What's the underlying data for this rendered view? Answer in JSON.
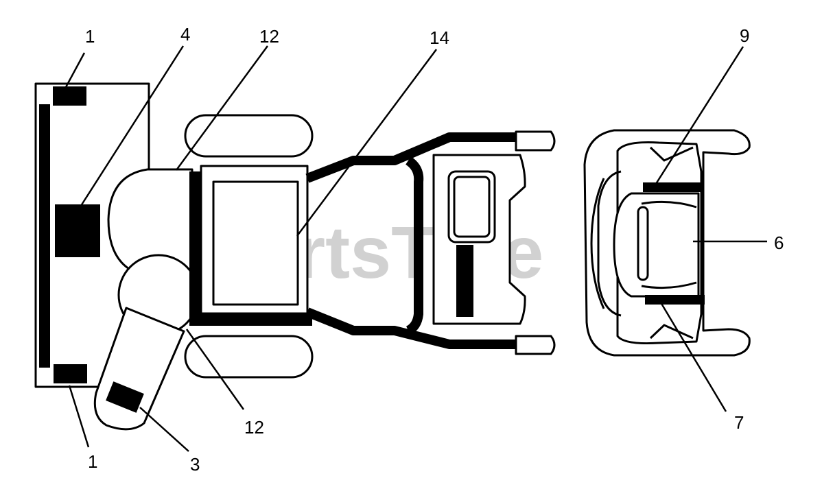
{
  "watermark": "PartsTree",
  "callouts": {
    "c1_top": "1",
    "c4": "4",
    "c12_top": "12",
    "c14": "14",
    "c9": "9",
    "c6": "6",
    "c7": "7",
    "c12_bottom": "12",
    "c1_bottom": "1",
    "c3": "3"
  }
}
